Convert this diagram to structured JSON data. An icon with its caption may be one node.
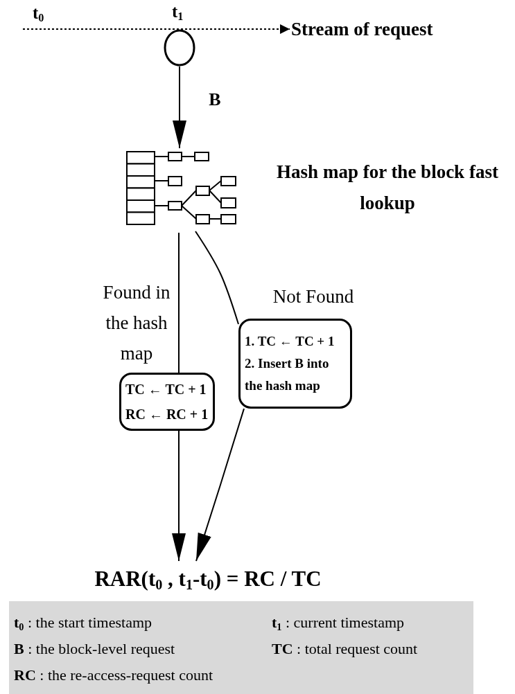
{
  "diagram": {
    "nodes": [
      {
        "text": [
          "Stream of request"
        ]
      },
      {
        "text": [],
        "shape": "circle"
      },
      {
        "text": [],
        "shape": "picture",
        "beside": [
          "Hash map for the block fast lookup"
        ]
      },
      {
        "text": [
          "TC ← TC + 1",
          "RC ← RC + 1"
        ]
      },
      {
        "text": [
          "1. TC ← TC + 1",
          "2. Insert B into the hash map"
        ]
      },
      {
        "text": [
          "RAR(t$_{0}$ , t$_{1}$-t$_{0}$) = RC / TC"
        ]
      }
    ],
    "edges": [
      {
        "from": null,
        "to": 0,
        "arrow": "to",
        "style": "dashed"
      },
      {
        "from": 1,
        "to": 2,
        "arrow": "to",
        "label": "B"
      },
      {
        "from": 2,
        "to": 3,
        "arrow": "none",
        "label": "Found in the hash map"
      },
      {
        "from": 3,
        "to": 5,
        "arrow": "to"
      },
      {
        "from": 2,
        "to": 4,
        "arrow": "none",
        "label": "Not Found"
      },
      {
        "from": 4,
        "to": 5,
        "arrow": "to"
      }
    ],
    "labels": [
      "t$_{0}$",
      "t$_{1}$",
      "**t$_{0}$** : the start timestamp",
      "**t$_{1}$** : current timestamp",
      "**B** : the block-level request",
      "**TC** : total request count",
      "**RC** : the re-access-request count"
    ]
  }
}
